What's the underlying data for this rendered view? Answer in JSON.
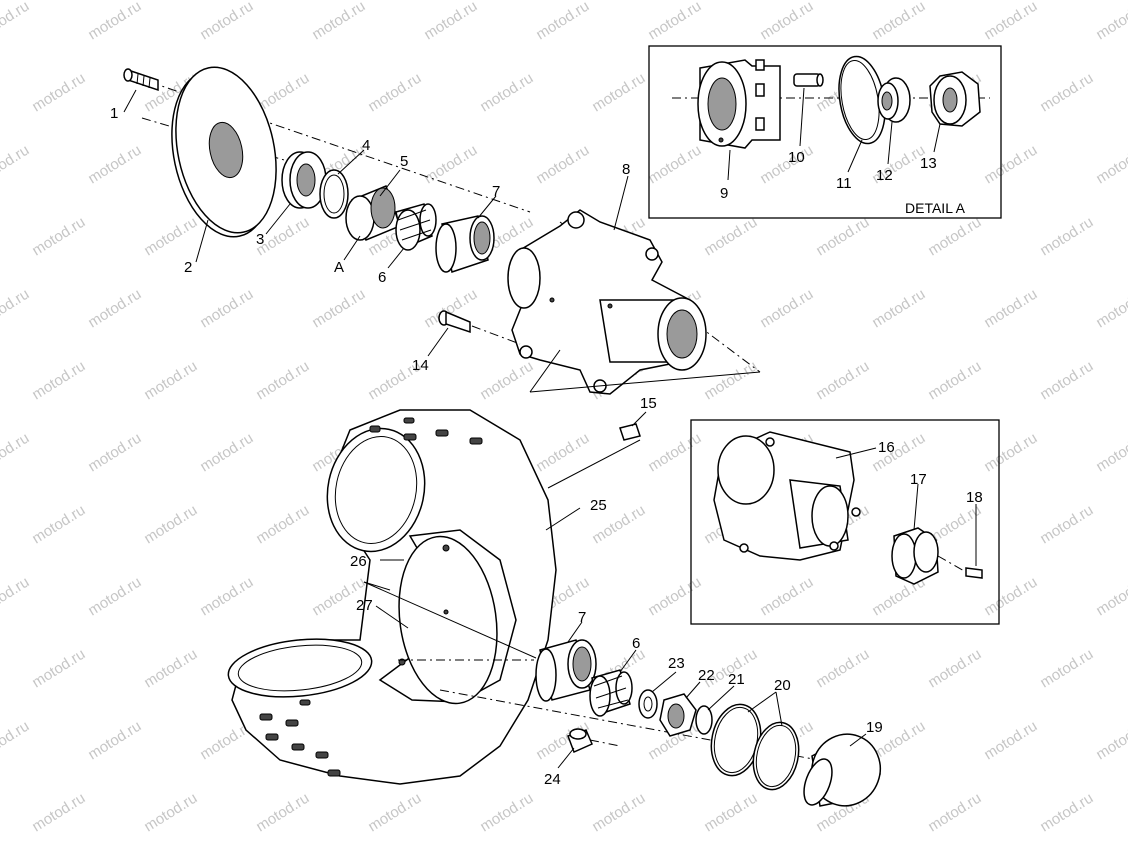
{
  "watermark": "motod.ru",
  "detail_a_title": "DETAIL A",
  "callouts": {
    "c1": "1",
    "c2": "2",
    "c3": "3",
    "c4": "4",
    "c5": "5",
    "c6": "6",
    "c7": "7",
    "c8": "8",
    "c9": "9",
    "c10": "10",
    "c11": "11",
    "c12": "12",
    "c13": "13",
    "c14": "14",
    "c15": "15",
    "c16": "16",
    "c17": "17",
    "c18": "18",
    "c19": "19",
    "c20": "20",
    "c21": "21",
    "c22": "22",
    "c23": "23",
    "c24": "24",
    "c25": "25",
    "c26": "26",
    "c27": "27",
    "cA": "A",
    "c6b": "6",
    "c7b": "7"
  }
}
